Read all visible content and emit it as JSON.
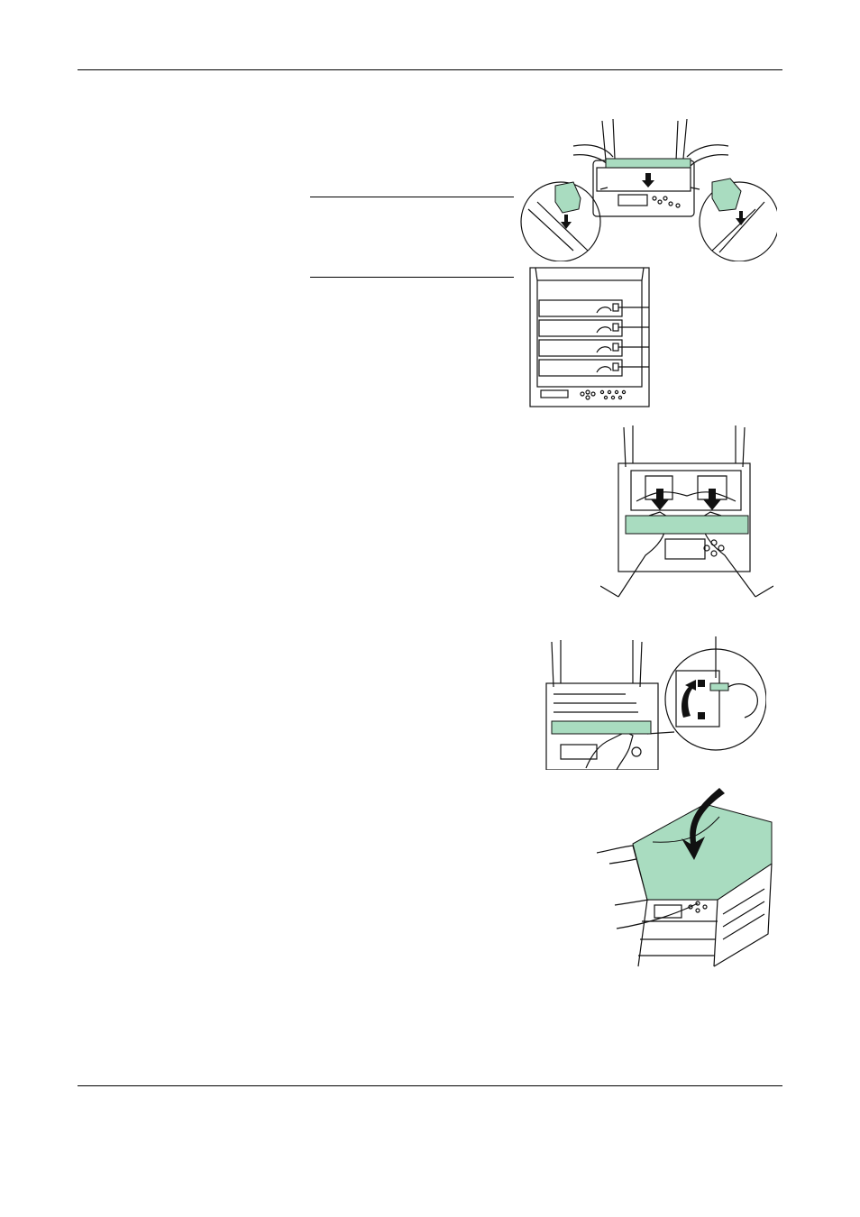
{
  "page": {
    "header_rule": true,
    "footer_rule": true
  },
  "colors": {
    "part_fill": "#a9dcc0",
    "line": "#111111",
    "background": "#ffffff"
  },
  "figures": [
    {
      "name": "install-drum-unit-figure",
      "icon": "drum-insertion-with-magnified-latches"
    },
    {
      "name": "developer-slot-diagram",
      "icon": "four-developer-slots"
    },
    {
      "name": "press-drum-down-figure",
      "icon": "two-hands-pressing-down"
    },
    {
      "name": "lock-lever-figure",
      "icon": "lock-lever-magnified"
    },
    {
      "name": "close-top-cover-figure",
      "icon": "closing-top-cover"
    }
  ]
}
